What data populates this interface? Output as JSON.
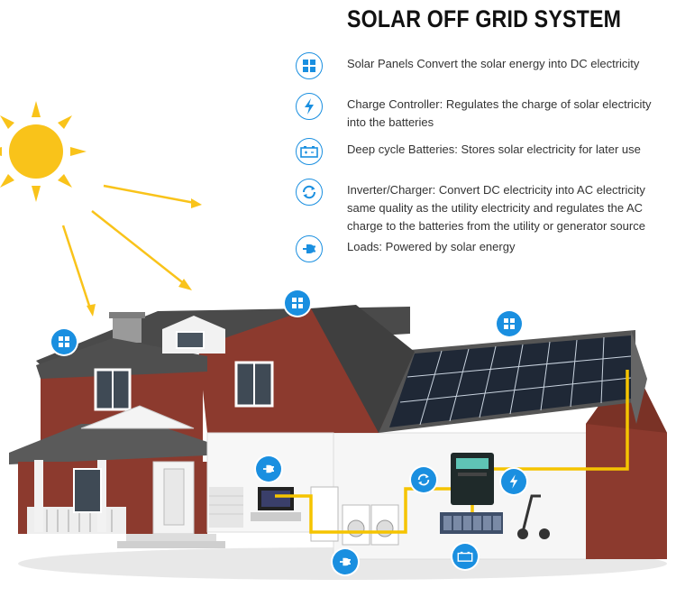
{
  "header": {
    "title": "SOLAR OFF GRID SYSTEM"
  },
  "features": [
    {
      "icon": "solar-panel-icon",
      "text": "Solar Panels Convert the solar energy into DC electricity"
    },
    {
      "icon": "lightning-bolt-icon",
      "text": "Charge Controller: Regulates the charge of solar electricity into the batteries"
    },
    {
      "icon": "battery-icon",
      "text": "Deep cycle Batteries: Stores solar electricity for later use"
    },
    {
      "icon": "recycle-arrows-icon",
      "text": "Inverter/Charger: Convert DC electricity into AC electricity same quality as the utility electricity and regulates the AC charge to the batteries from the utility or generator source"
    },
    {
      "icon": "plug-icon",
      "text": "Loads: Powered by solar energy"
    }
  ],
  "colors": {
    "accent": "#1a8fe0",
    "sun": "#f9c31a",
    "wire": "#f5c400",
    "brick": "#8c3a2e",
    "roof": "#4a4a4a"
  }
}
